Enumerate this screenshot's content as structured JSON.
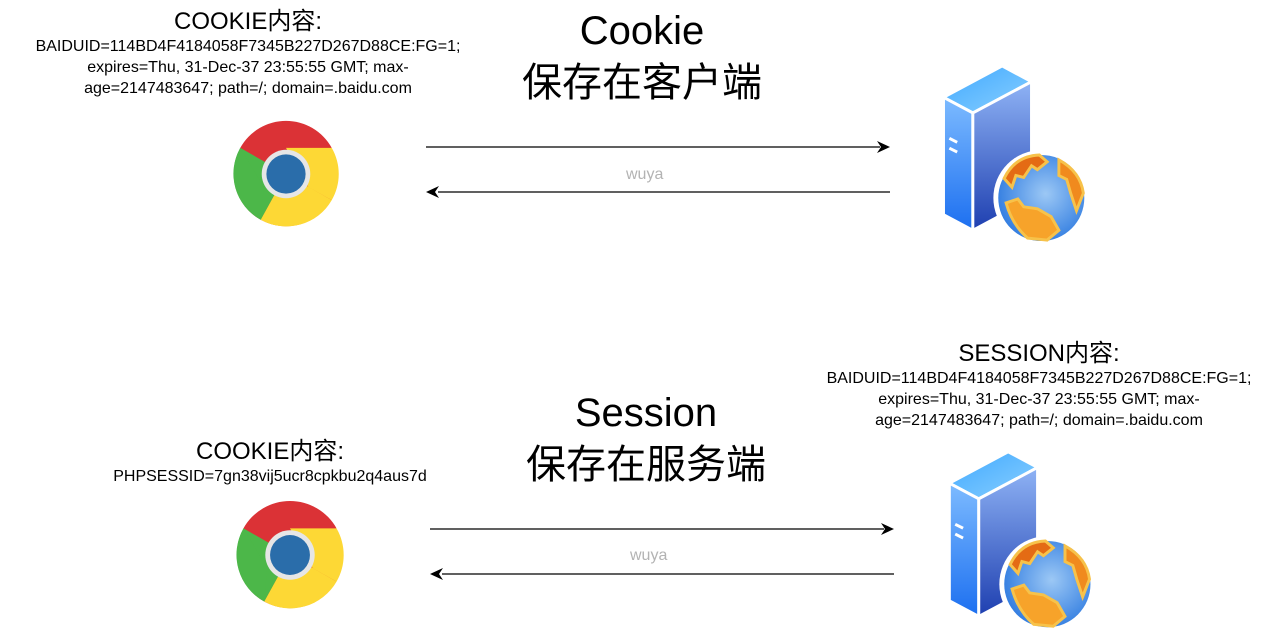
{
  "cookie_section": {
    "client_content_title": "COOKIE内容:",
    "client_content_lines": [
      "BAIDUID=114BD4F4184058F7345B227D267D88CE:FG=1;",
      "expires=Thu, 31-Dec-37 23:55:55 GMT; max-",
      "age=2147483647; path=/; domain=.baidu.com"
    ],
    "heading_en": "Cookie",
    "heading_zh": "保存在客户端",
    "arrow_label": "wuya",
    "client_icon": "chrome-browser-icon",
    "server_icon": "web-server-globe-icon"
  },
  "session_section": {
    "server_content_title": "SESSION内容:",
    "server_content_lines": [
      "BAIDUID=114BD4F4184058F7345B227D267D88CE:FG=1;",
      "expires=Thu, 31-Dec-37 23:55:55 GMT; max-",
      "age=2147483647; path=/; domain=.baidu.com"
    ],
    "client_content_title": "COOKIE内容:",
    "client_content_lines": [
      "PHPSESSID=7gn38vij5ucr8cpkbu2q4aus7d"
    ],
    "heading_en": "Session",
    "heading_zh": "保存在服务端",
    "arrow_label": "wuya",
    "client_icon": "chrome-browser-icon",
    "server_icon": "web-server-globe-icon"
  },
  "colors": {
    "arrow": "#000000",
    "label_gray": "#b3b3b3",
    "chrome_red": "#DB3236",
    "chrome_green": "#4CB749",
    "chrome_yellow": "#FDD835",
    "chrome_blue": "#2A6DAA",
    "server_blue": "#3D8BEF",
    "globe_orange": "#F39A1E"
  }
}
